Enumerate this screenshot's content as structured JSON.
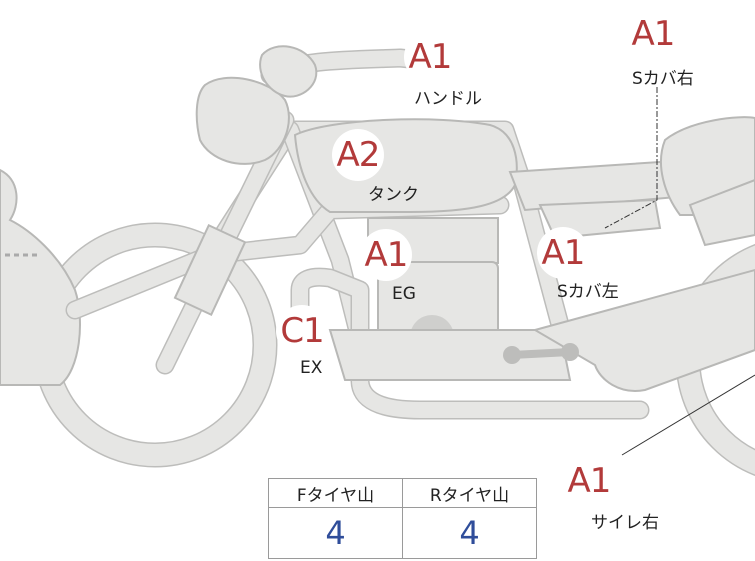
{
  "diagram": {
    "parts": [
      {
        "id": "handle",
        "grade": "A1",
        "label": "ハンドル"
      },
      {
        "id": "side-cover-right",
        "grade": "A1",
        "label": "Sカバ右"
      },
      {
        "id": "tank",
        "grade": "A2",
        "label": "タンク"
      },
      {
        "id": "engine",
        "grade": "A1",
        "label": "EG"
      },
      {
        "id": "side-cover-left",
        "grade": "A1",
        "label": "Sカバ左"
      },
      {
        "id": "exhaust",
        "grade": "C1",
        "label": "EX"
      },
      {
        "id": "muffler-right",
        "grade": "A1",
        "label": "サイレ右"
      }
    ]
  },
  "tires": {
    "headers": [
      "Fタイヤ山",
      "Rタイヤ山"
    ],
    "values": [
      "4",
      "4"
    ]
  },
  "colors": {
    "body_fill": "#e6e6e4",
    "outline": "#b8b8b6",
    "grade_text": "#b23a3a",
    "tire_value": "#2f4d9a"
  }
}
